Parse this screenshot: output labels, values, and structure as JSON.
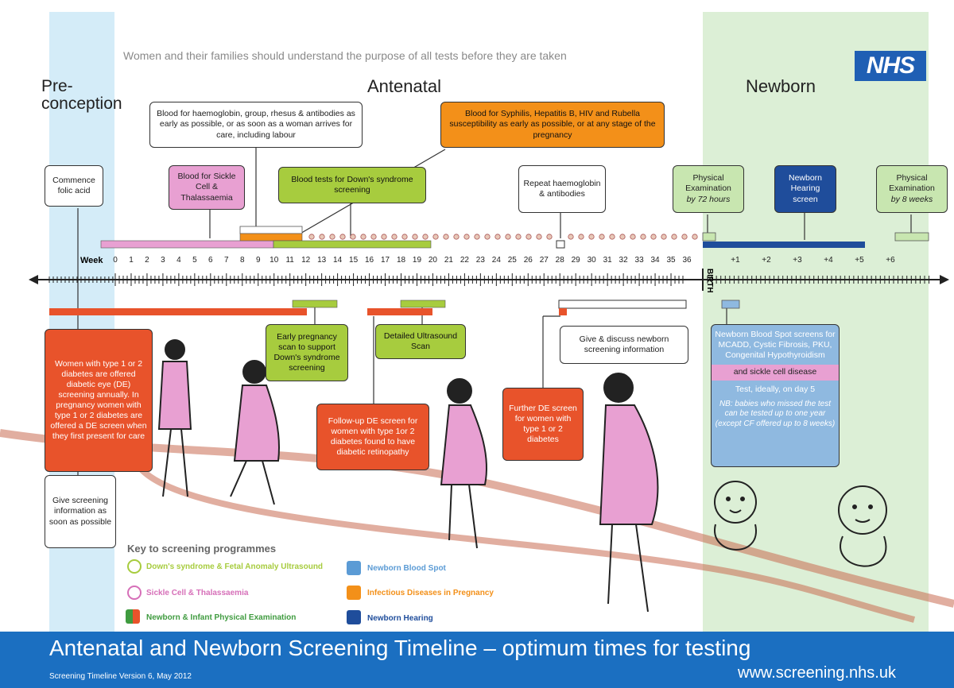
{
  "header": {
    "tagline": "Women and their families should understand the purpose of all tests before they are taken",
    "logo": "NHS"
  },
  "phases": {
    "pre": "Pre-\nconception",
    "antenatal": "Antenatal",
    "newborn": "Newborn"
  },
  "colors": {
    "pink": "#e8a0d2",
    "green": "#a7cc3e",
    "orange": "#f39019",
    "red": "#e8532b",
    "navy": "#1f4d9b",
    "light_green": "#c8e6b0",
    "light_blue": "#8fb9e0",
    "pre_zone": "#d4ecf8",
    "newborn_zone": "#dcefd6",
    "footer": "#1b6fc1"
  },
  "timeline": {
    "week_label": "Week",
    "weeks": [
      "0",
      "1",
      "2",
      "3",
      "4",
      "5",
      "6",
      "7",
      "8",
      "9",
      "10",
      "11",
      "12",
      "13",
      "14",
      "15",
      "16",
      "17",
      "18",
      "19",
      "20",
      "21",
      "22",
      "23",
      "24",
      "25",
      "26",
      "27",
      "28",
      "29",
      "30",
      "31",
      "32",
      "33",
      "34",
      "35",
      "36"
    ],
    "birth_label": "BIRTH",
    "newborn_weeks": [
      "+1",
      "+2",
      "+3",
      "+4",
      "+5",
      "+6"
    ]
  },
  "top_boxes": {
    "folic": "Commence folic acid",
    "sickle": "Blood for Sickle Cell & Thalassaemia",
    "haemo": "Blood for haemoglobin, group, rhesus & antibodies as early as possible, or as soon as a woman arrives for care, including labour",
    "infectious": "Blood for Syphilis, Hepatitis B, HIV and Rubella susceptibility as early as possible, or at any stage of the pregnancy",
    "downs_blood": "Blood tests for Down's syndrome screening",
    "repeat": "Repeat haemoglobin & antibodies",
    "phys72_title": "Physical Examination",
    "phys72_sub": "by 72 hours",
    "hearing": "Newborn Hearing screen",
    "phys8_title": "Physical Examination",
    "phys8_sub": "by 8 weeks"
  },
  "bottom_boxes": {
    "diabetes": "Women with type 1 or 2 diabetes are offered diabetic eye (DE) screening annually. In pregnancy women with type 1 or 2 diabetes are offered a DE screen when they first present for care",
    "give_info": "Give screening information as soon as possible",
    "early_scan": "Early pregnancy scan to support Down's syndrome screening",
    "followup": "Follow-up DE screen for women with type 1or 2 diabetes found to have diabetic retinopathy",
    "detailed": "Detailed Ultrasound Scan",
    "further_de": "Further DE screen for women with type 1 or 2 diabetes",
    "discuss": "Give & discuss newborn screening information",
    "bloodspot": "Newborn Blood Spot screens for MCADD, Cystic Fibrosis, PKU, Congenital Hypothyroidism",
    "sickle_disease": "and sickle cell disease",
    "test_day5": "Test, ideally, on day 5",
    "nb_note": "NB: babies who missed the test can be tested up to one year (except CF offered up to 8 weeks)"
  },
  "key": {
    "title": "Key to screening programmes",
    "items": [
      {
        "label": "Down's syndrome & Fetal Anomaly Ultrasound",
        "color": "#a7cc3e",
        "icon": "ultrasound-icon"
      },
      {
        "label": "Sickle Cell & Thalassaemia",
        "color": "#d66fb8",
        "icon": "sickle-cell-icon"
      },
      {
        "label": "Newborn & Infant Physical Examination",
        "color": "#3f9b3f",
        "icon": "physical-exam-icon"
      },
      {
        "label": "Newborn Blood Spot",
        "color": "#5b9bd5",
        "icon": "blood-spot-icon"
      },
      {
        "label": "Infectious Diseases in Pregnancy",
        "color": "#f39019",
        "icon": "infectious-disease-icon"
      },
      {
        "label": "Newborn Hearing",
        "color": "#1f4d9b",
        "icon": "hearing-icon"
      }
    ]
  },
  "footer": {
    "title": "Antenatal and Newborn Screening Timeline – optimum times for testing",
    "version": "Screening Timeline Version 6, May 2012",
    "url": "www.screening.nhs.uk"
  }
}
